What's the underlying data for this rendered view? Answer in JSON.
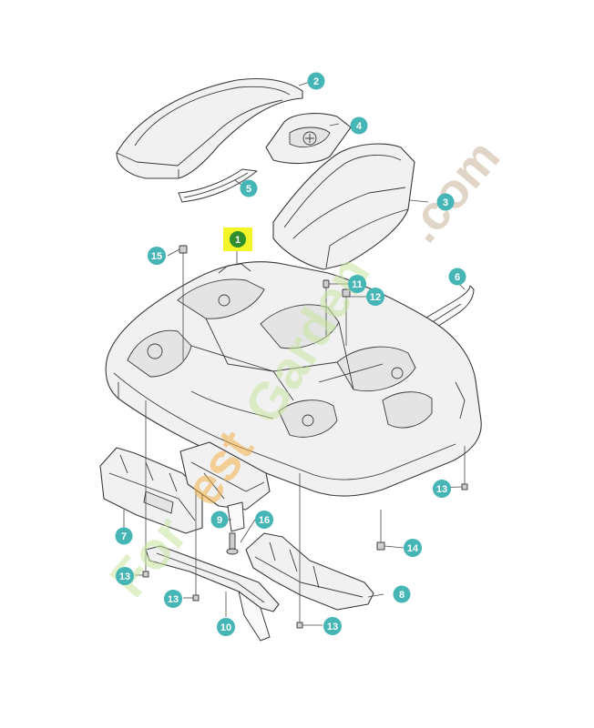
{
  "colors": {
    "callout": "#45b5b6",
    "highlight_bg": "#f4f42a",
    "highlight_dot": "#2f8f2f",
    "watermark_green": "#c8e6a0",
    "watermark_orange": "#f3b24a",
    "watermark_brown": "#c9b39a"
  },
  "callouts": {
    "c1": "1",
    "c2": "2",
    "c3": "3",
    "c4": "4",
    "c5": "5",
    "c6": "6",
    "c7": "7",
    "c8": "8",
    "c9": "9",
    "c10": "10",
    "c11": "11",
    "c12": "12",
    "c13a": "13",
    "c13b": "13",
    "c13c": "13",
    "c13d": "13",
    "c14": "14",
    "c15": "15",
    "c16": "16"
  },
  "watermark": {
    "part1": "For",
    "part2": "est",
    "part3": "Garden",
    "part4": ".com"
  }
}
